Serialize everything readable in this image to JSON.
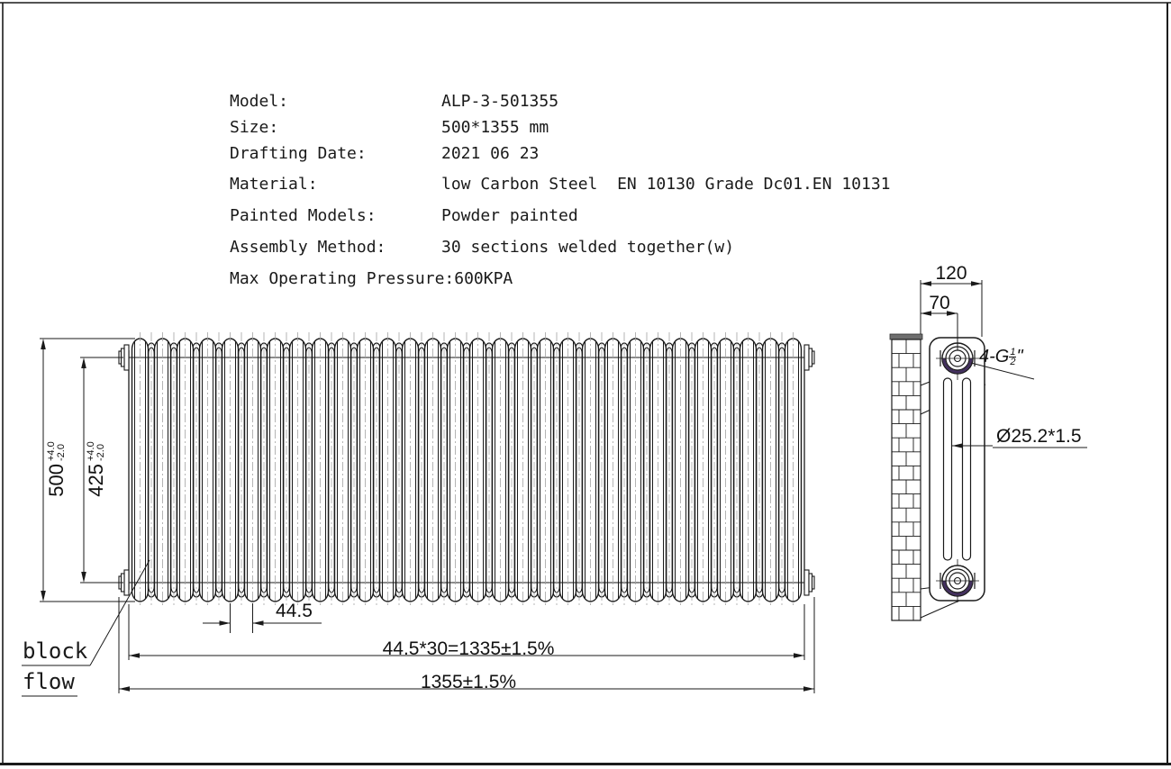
{
  "specs": {
    "rows": [
      {
        "label": "Model:",
        "value": "ALP-3-501355"
      },
      {
        "label": "Size:",
        "value": "500*1355 mm"
      },
      {
        "label": "Drafting Date:",
        "value": "2021 06 23"
      },
      {
        "label": "Material:",
        "value": "low Carbon Steel  EN 10130 Grade Dc01.EN 10131"
      },
      {
        "label": "Painted Models:",
        "value": "Powder painted"
      },
      {
        "label": "Assembly Method:",
        "value": "30 sections welded together(w)"
      },
      {
        "label": "Max Operating Pressure:",
        "value": "600KPA"
      }
    ]
  },
  "front_view": {
    "sections": 30,
    "height_dim": {
      "value": "500",
      "tol_plus": "+4.0",
      "tol_minus": "-2.0"
    },
    "center_dim": {
      "value": "425",
      "tol_plus": "+4.0",
      "tol_minus": "-2.0"
    },
    "section_pitch_dim": "44.5",
    "sections_total_dim": "44.5*30=1335±1.5%",
    "overall_width_dim": "1355±1.5%",
    "labels": {
      "block": "block",
      "flow": "flow"
    }
  },
  "side_view": {
    "depth_dim": "120",
    "tapping_center_dim": "70",
    "connection_label": {
      "prefix": "4-G",
      "frac_num": "1",
      "frac_den": "2",
      "suffix": "\""
    },
    "column_tube_dim": "Ø25.2*1.5"
  },
  "colors": {
    "line": "#1a1a1a",
    "centerline": "#a3a3a3",
    "wall_cap": "#6e6e6e",
    "bushing_accent": "#43305e"
  }
}
